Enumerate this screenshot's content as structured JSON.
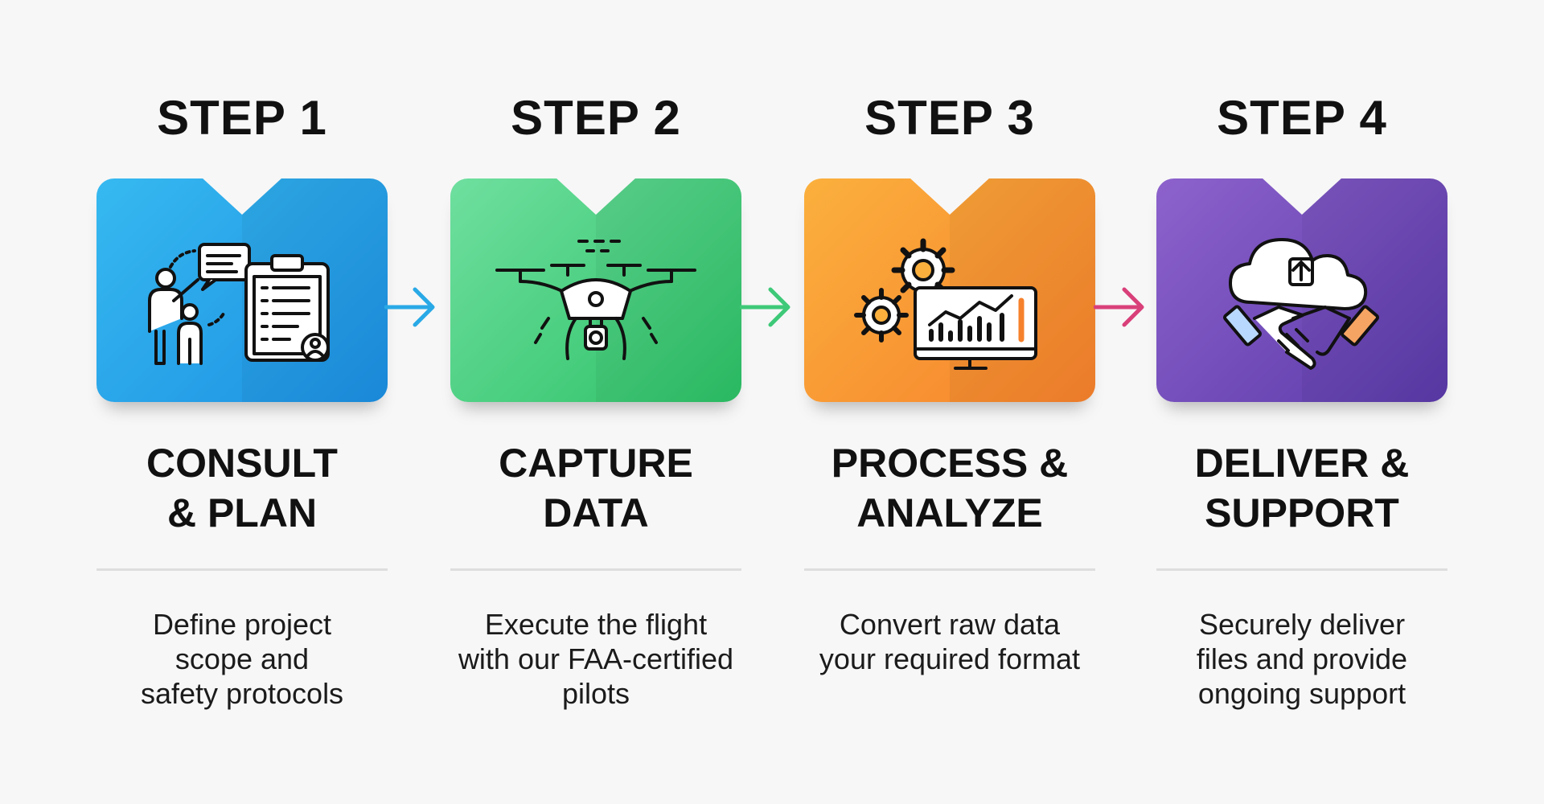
{
  "steps": [
    {
      "label": "STEP 1",
      "heading": [
        "CONSULT",
        "& PLAN"
      ],
      "description": [
        "Define project",
        "scope and",
        "safety protocols"
      ],
      "icon": "consult-plan-icon",
      "colors": [
        "#36b9f0",
        "#1c8fe2"
      ]
    },
    {
      "label": "STEP 2",
      "heading": [
        "CAPTURE",
        "DATA"
      ],
      "description": [
        "Execute the flight",
        "with our FAA-certified",
        "pilots"
      ],
      "icon": "drone-icon",
      "colors": [
        "#6fdf9f",
        "#2cc166"
      ]
    },
    {
      "label": "STEP 3",
      "heading": [
        "PROCESS &",
        "ANALYZE"
      ],
      "description": [
        "Convert raw data",
        "your required format"
      ],
      "icon": "gears-monitor-icon",
      "colors": [
        "#fbb03d",
        "#f6812c"
      ]
    },
    {
      "label": "STEP 4",
      "heading": [
        "DELIVER &",
        "SUPPORT"
      ],
      "description": [
        "Securely deliver",
        "files and provide",
        "ongoing support"
      ],
      "icon": "cloud-handshake-icon",
      "colors": [
        "#8d62cc",
        "#5a3aa9"
      ]
    }
  ],
  "arrows": [
    {
      "icon": "arrow-right-icon",
      "color": "#29a9e6"
    },
    {
      "icon": "arrow-right-icon",
      "color": "#3ec978"
    },
    {
      "icon": "arrow-right-icon",
      "color": "#d9407a"
    }
  ]
}
